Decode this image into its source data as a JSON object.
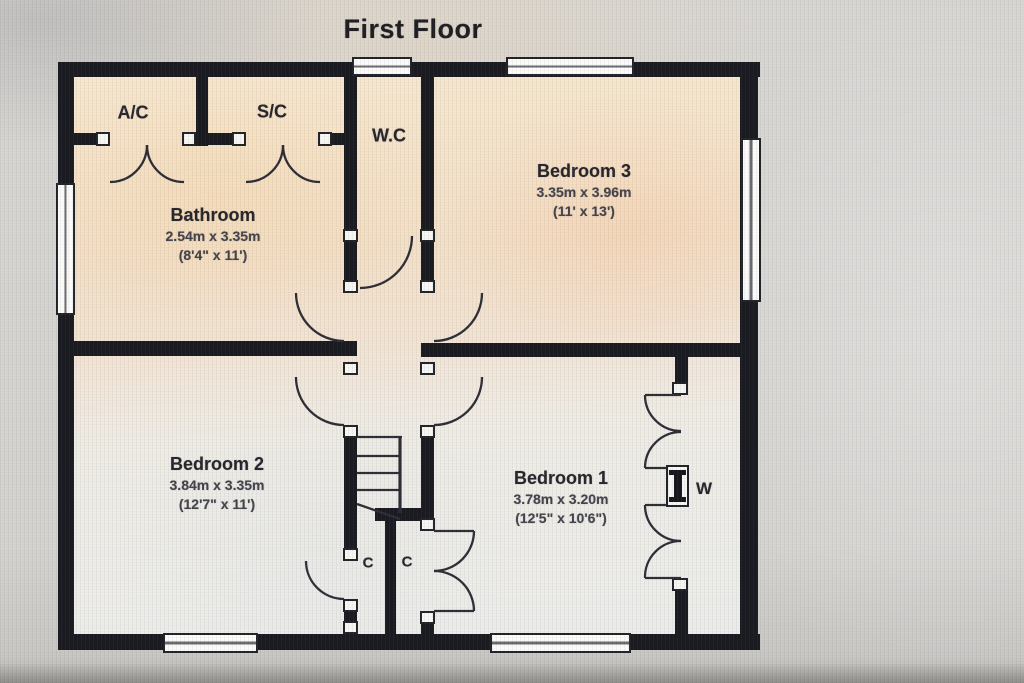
{
  "title": "First Floor",
  "rooms": {
    "ac": {
      "label": "A/C"
    },
    "sc": {
      "label": "S/C"
    },
    "wc": {
      "label": "W.C"
    },
    "bathroom": {
      "name": "Bathroom",
      "metric": "2.54m x 3.35m",
      "imperial": "(8'4\" x 11')"
    },
    "bedroom3": {
      "name": "Bedroom 3",
      "metric": "3.35m x 3.96m",
      "imperial": "(11' x 13')"
    },
    "bedroom2": {
      "name": "Bedroom 2",
      "metric": "3.84m x 3.35m",
      "imperial": "(12'7\" x 11')"
    },
    "bedroom1": {
      "name": "Bedroom 1",
      "metric": "3.78m x 3.20m",
      "imperial": "(12'5\" x 10'6\")"
    },
    "wardrobe": {
      "label": "W"
    },
    "cupboard_left": {
      "label": "C"
    },
    "cupboard_right": {
      "label": "C"
    }
  },
  "colors": {
    "wall": "#1b1b22",
    "door_line": "#2e2e36",
    "floor_warm": "#f3e0c8",
    "floor_cool": "#ecedeb",
    "background": "#d5d3d0",
    "text": "#26262c"
  }
}
